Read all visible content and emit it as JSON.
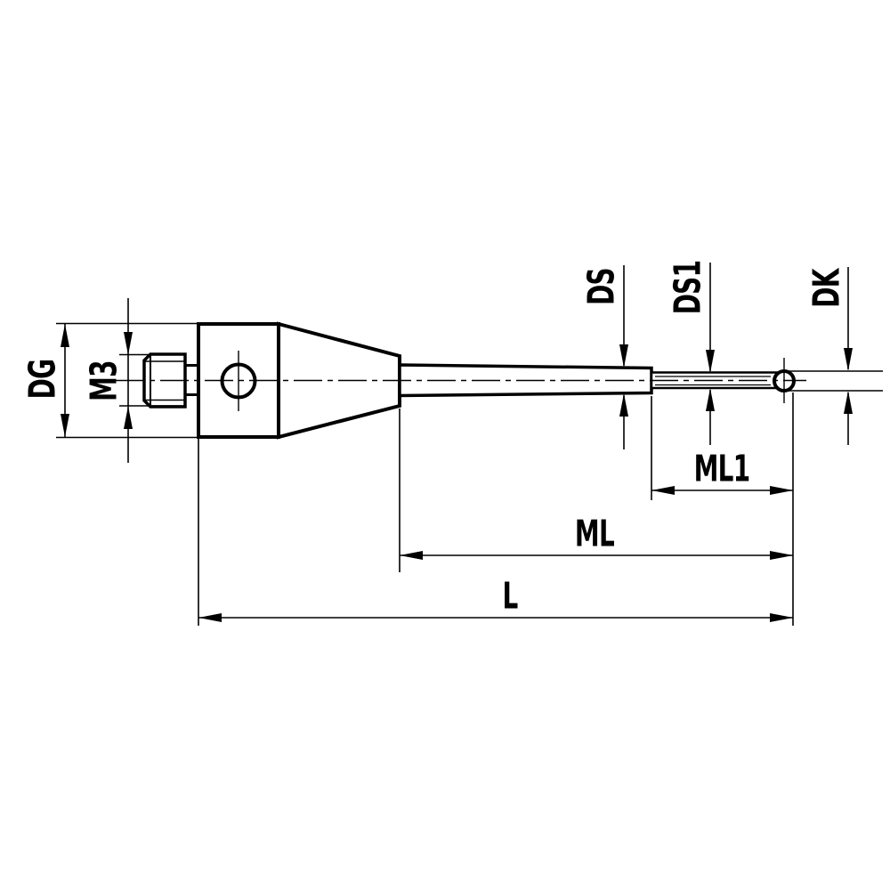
{
  "drawing": {
    "background_color": "#ffffff",
    "line_color": "#000000",
    "labels": {
      "dg": "DG",
      "m3": "M3",
      "ds": "DS",
      "ds1": "DS1",
      "dk": "DK",
      "ml1": "ML1",
      "ml": "ML",
      "l": "L"
    }
  }
}
